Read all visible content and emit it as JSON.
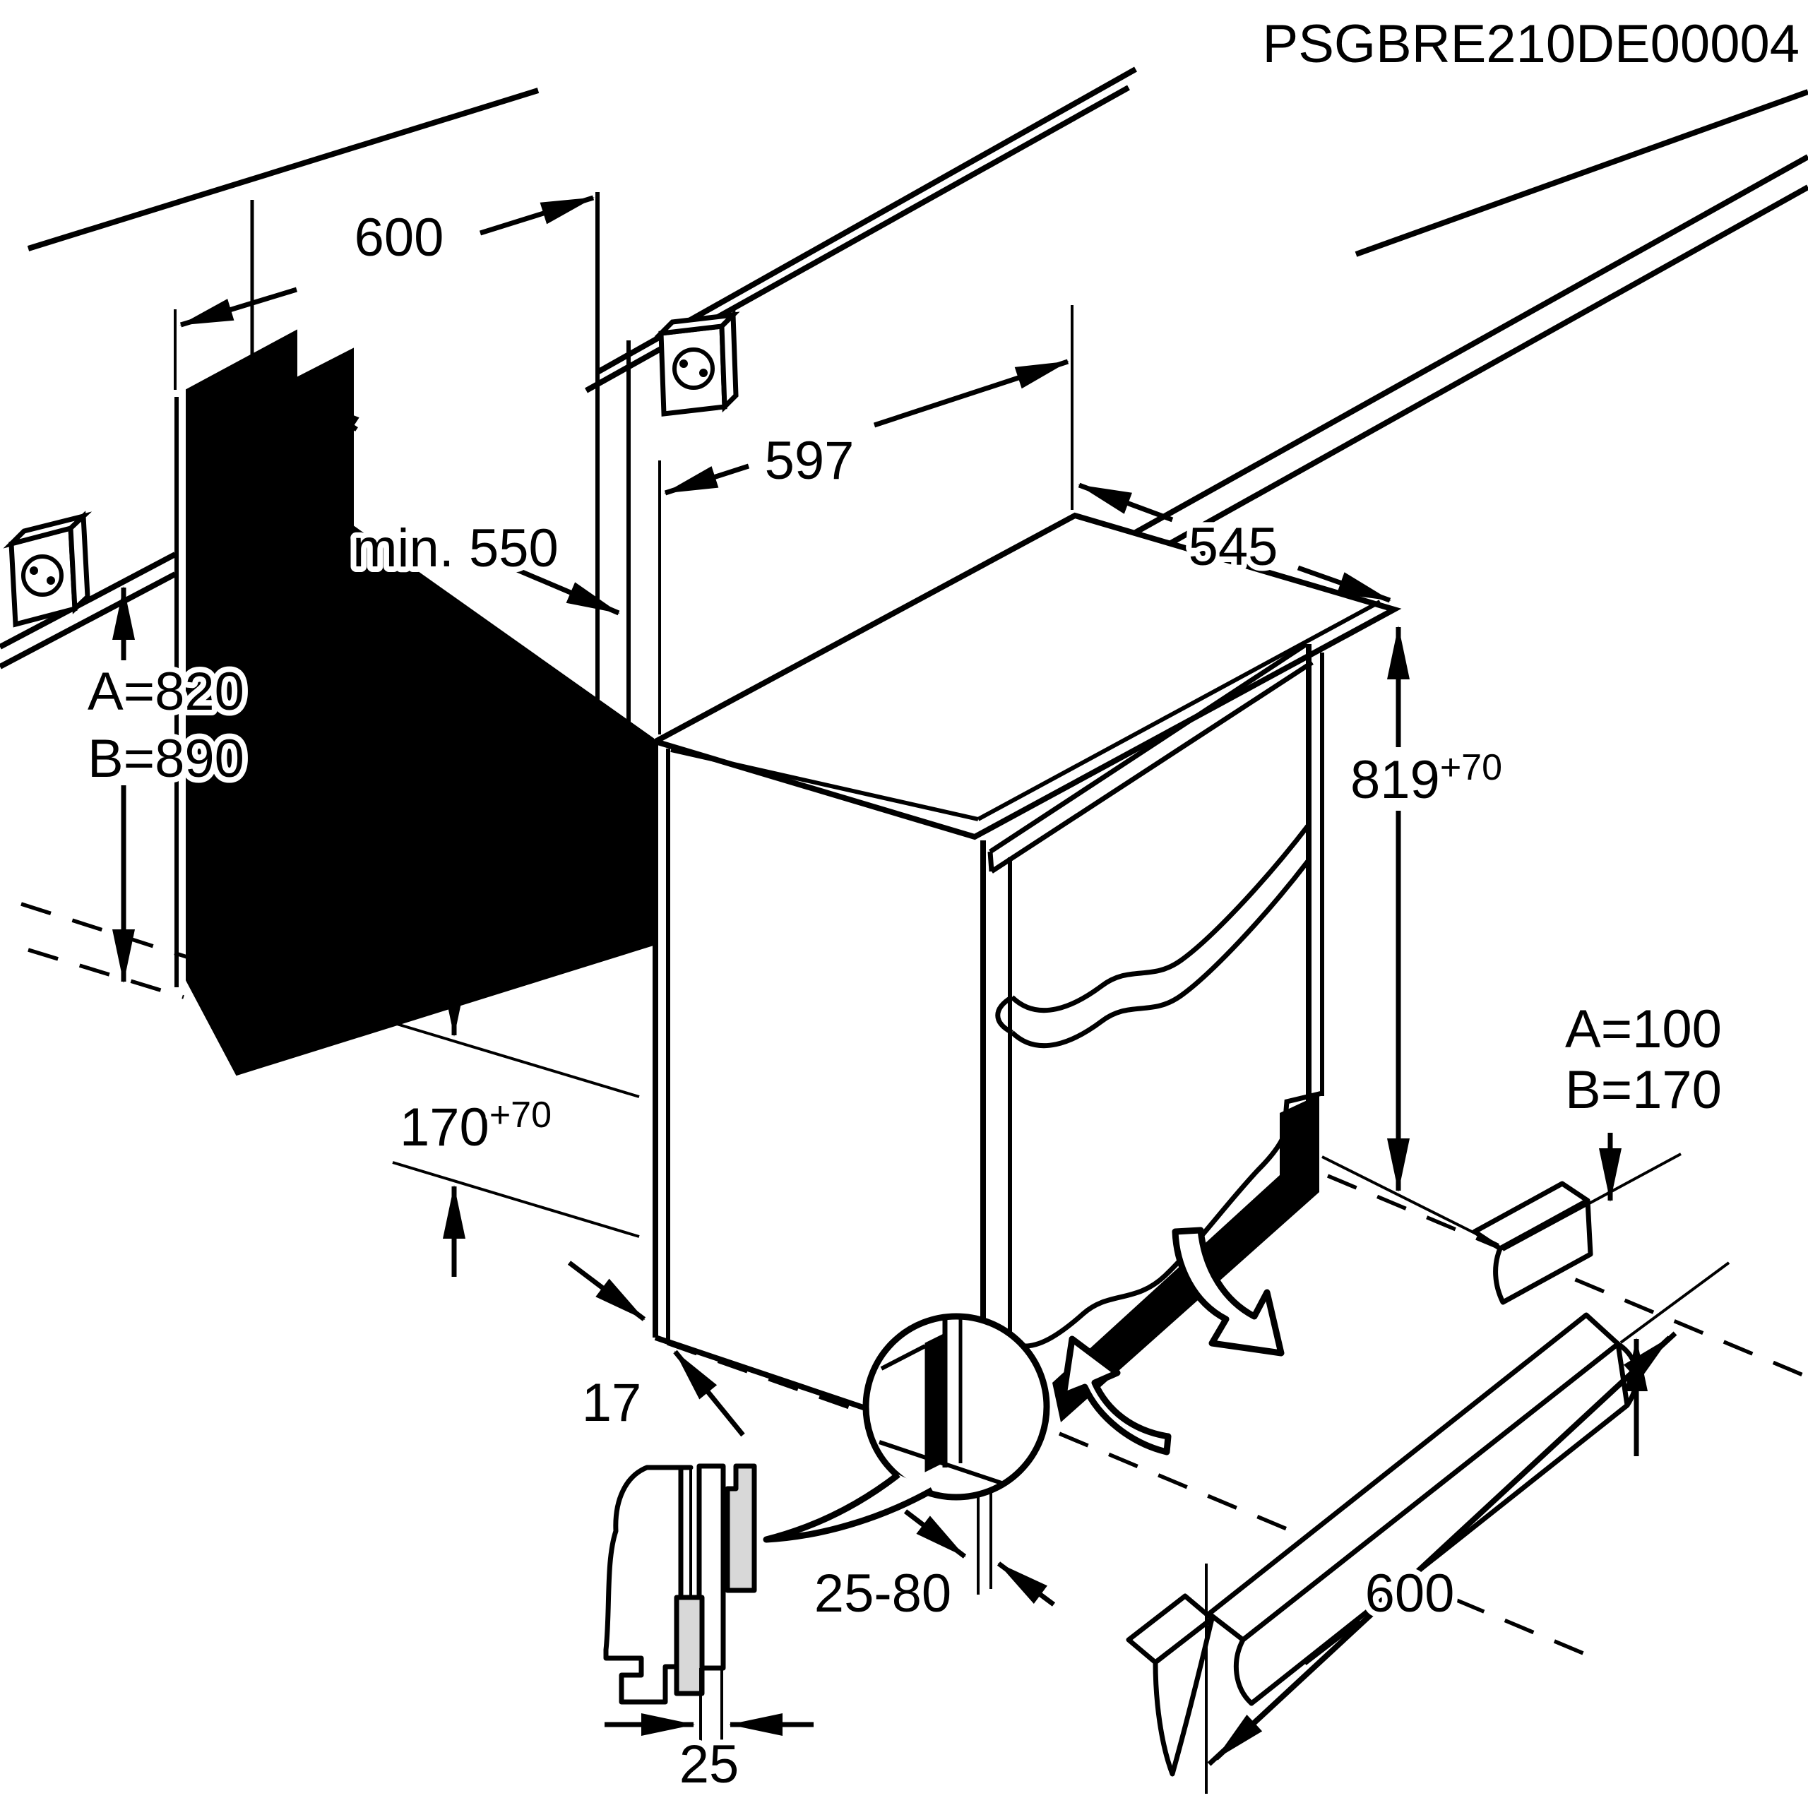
{
  "diagram": {
    "title": "PSGBRE210DE00004",
    "labels": {
      "niche_width": "600",
      "min_counter_depth": "min. 550",
      "appliance_width": "597",
      "appliance_depth": "545",
      "appliance_height": "819",
      "appliance_height_tol": "+70",
      "socket_height_a": "A=820",
      "socket_height_b": "B=890",
      "base_clearance": "170",
      "base_clearance_tol": "+70",
      "side_gap": "17",
      "bottom_gap_range": "25-80",
      "panel_gap": "25",
      "plinth_length": "600",
      "plinth_height_a": "A=100",
      "plinth_height_b": "B=170"
    },
    "icons": {
      "left_socket": "power-socket-icon",
      "middle_socket": "power-socket-icon"
    },
    "colors": {
      "ink": "#000000",
      "panel_gray": "#d8d8d8",
      "paper": "#ffffff"
    }
  }
}
